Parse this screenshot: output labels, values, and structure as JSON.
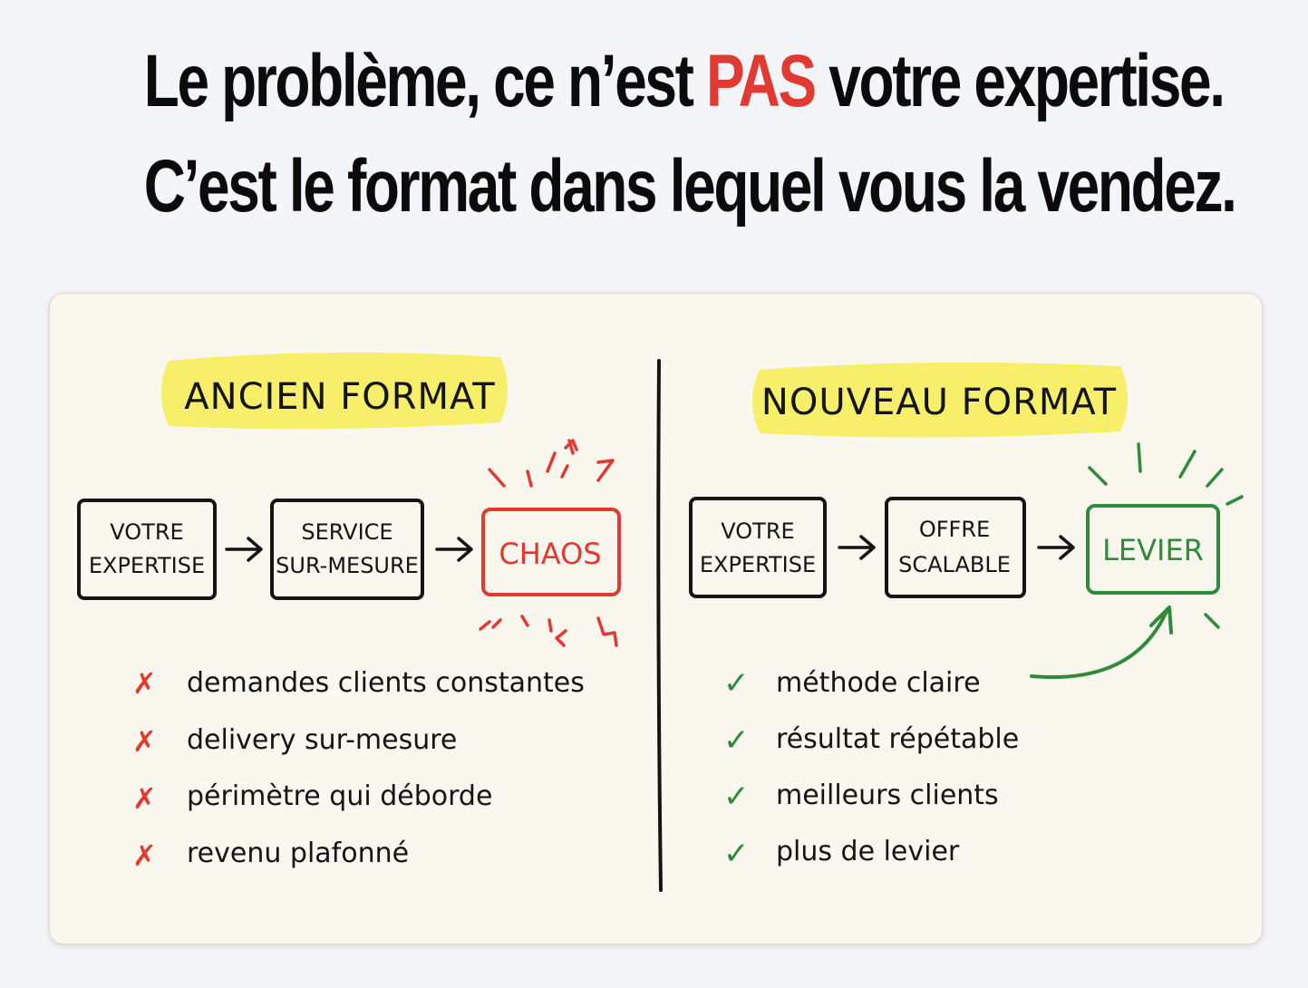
{
  "headline": {
    "line1_before": "Le problème, ce n’est ",
    "line1_accent": "PAS",
    "line1_after": " votre expertise.",
    "line2": "C’est le format dans lequel vous la vendez.",
    "accent_color": "#e03a33"
  },
  "left": {
    "title": "ANCIEN FORMAT",
    "boxes": [
      {
        "line1": "VOTRE",
        "line2": "EXPERTISE"
      },
      {
        "line1": "SERVICE",
        "line2": "SUR-MESURE"
      },
      {
        "line1": "CHAOS",
        "line2": ""
      }
    ],
    "items": [
      "demandes clients constantes",
      "delivery sur-mesure",
      "périmètre qui déborde",
      "revenu plafonné"
    ],
    "marker": "✗",
    "color": "#e03a33"
  },
  "right": {
    "title": "NOUVEAU FORMAT",
    "boxes": [
      {
        "line1": "VOTRE",
        "line2": "EXPERTISE"
      },
      {
        "line1": "OFFRE",
        "line2": "SCALABLE"
      },
      {
        "line1": "LEVIER",
        "line2": ""
      }
    ],
    "items": [
      "méthode claire",
      "résultat répétable",
      "meilleurs clients",
      "plus de levier"
    ],
    "marker": "✓",
    "color": "#2f8a3a"
  },
  "highlight_color": "#f7ee6a"
}
